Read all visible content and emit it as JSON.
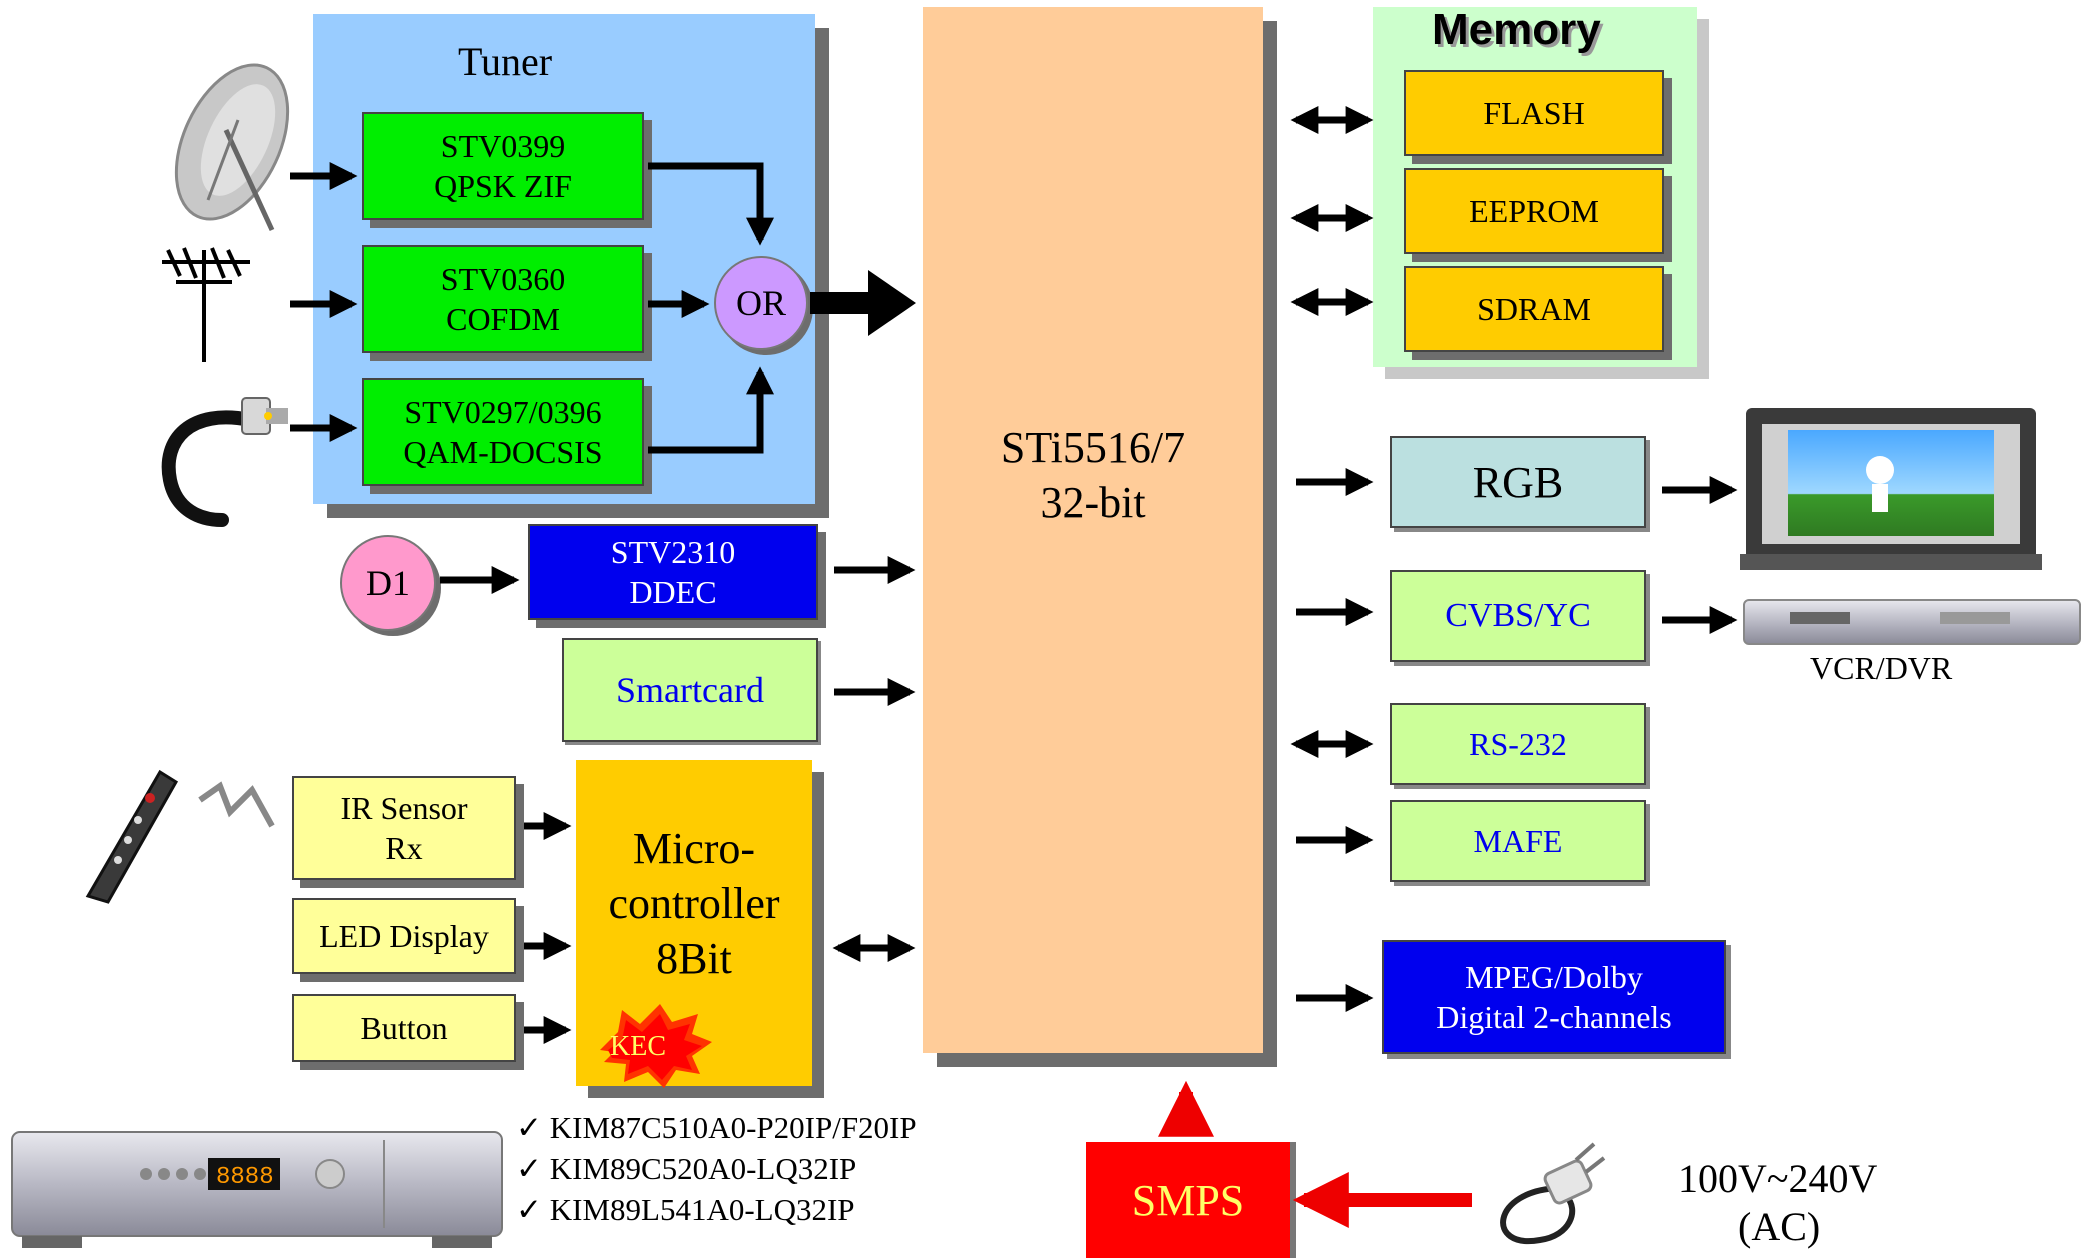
{
  "tuner": {
    "title": "Tuner",
    "sat": {
      "l1": "STV0399",
      "l2": "QPSK ZIF"
    },
    "ter": {
      "l1": "STV0360",
      "l2": "COFDM"
    },
    "cab": {
      "l1": "STV0297/0396",
      "l2": "QAM-DOCSIS"
    },
    "or": "OR"
  },
  "d1": "D1",
  "ddec": {
    "l1": "STV2310",
    "l2": "DDEC"
  },
  "smartcard": "Smartcard",
  "ir": {
    "l1": "IR Sensor",
    "l2": "Rx"
  },
  "led": "LED Display",
  "button": "Button",
  "mcu": {
    "l1": "Micro-",
    "l2": "controller",
    "l3": "8Bit",
    "badge": "KEC"
  },
  "cpu": {
    "l1": "STi5516/7",
    "l2": "32-bit"
  },
  "memory": {
    "title": "Memory",
    "items": [
      "FLASH",
      "EEPROM",
      "SDRAM"
    ]
  },
  "outputs": {
    "rgb": "RGB",
    "cvbs": "CVBS/YC",
    "rs232": "RS-232",
    "mafe": "MAFE",
    "mpeg": {
      "l1": "MPEG/Dolby",
      "l2": "Digital 2-channels"
    }
  },
  "vcr_label": "VCR/DVR",
  "smps": "SMPS",
  "power": {
    "l1": "100V~240V",
    "l2": "(AC)"
  },
  "parts": [
    "KIM87C510A0-P20IP/F20IP",
    "KIM89C520A0-LQ32IP",
    "KIM89L541A0-LQ32IP"
  ],
  "stb_display": "8888",
  "colors": {
    "tuner_bg": "#99ccff",
    "cpu_bg": "#ffcc99",
    "memory_bg": "#ccffcc",
    "chip_green": "#00ee00",
    "chip_yellow": "#ffcc00",
    "ddec_blue": "#0000ee",
    "or_purple": "#cc99ff",
    "d1_pink": "#ff99cc",
    "smps_red": "#ff0000",
    "rgb_bg": "#bbe0e0"
  }
}
